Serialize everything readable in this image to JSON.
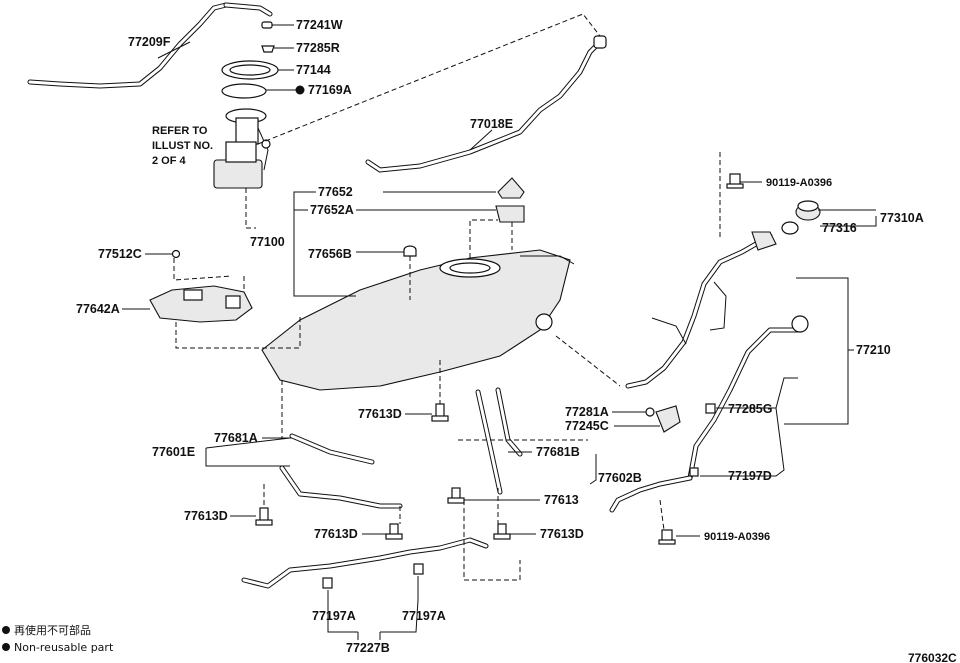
{
  "callouts": {
    "p77209F": "77209F",
    "p77241W": "77241W",
    "p77285R": "77285R",
    "p77144": "77144",
    "p77169A": "77169A",
    "p77018E": "77018E",
    "p77652": "77652",
    "p77652A": "77652A",
    "p77100": "77100",
    "p77656B": "77656B",
    "p77512C": "77512C",
    "p77642A": "77642A",
    "p90119_top": "90119-A0396",
    "p77310A": "77310A",
    "p77316": "77316",
    "p77210": "77210",
    "p77613D_tank": "77613D",
    "p77281A": "77281A",
    "p77245C": "77245C",
    "p77285G": "77285G",
    "p77601E": "77601E",
    "p77681A": "77681A",
    "p77681B": "77681B",
    "p77602B": "77602B",
    "p77613": "77613",
    "p77197D": "77197D",
    "p77613D_left": "77613D",
    "p77613D_mid": "77613D",
    "p77613D_right": "77613D",
    "p90119_bottom": "90119-A0396",
    "p77197A_left": "77197A",
    "p77197A_right": "77197A",
    "p77227B": "77227B"
  },
  "refer_note": {
    "line1": "REFER TO",
    "line2": "ILLUST NO.",
    "line3": "2 OF 4"
  },
  "legend": {
    "chinese": "再使用不可部品",
    "english": "Non-reusable part"
  },
  "illustration_code": "776032C"
}
